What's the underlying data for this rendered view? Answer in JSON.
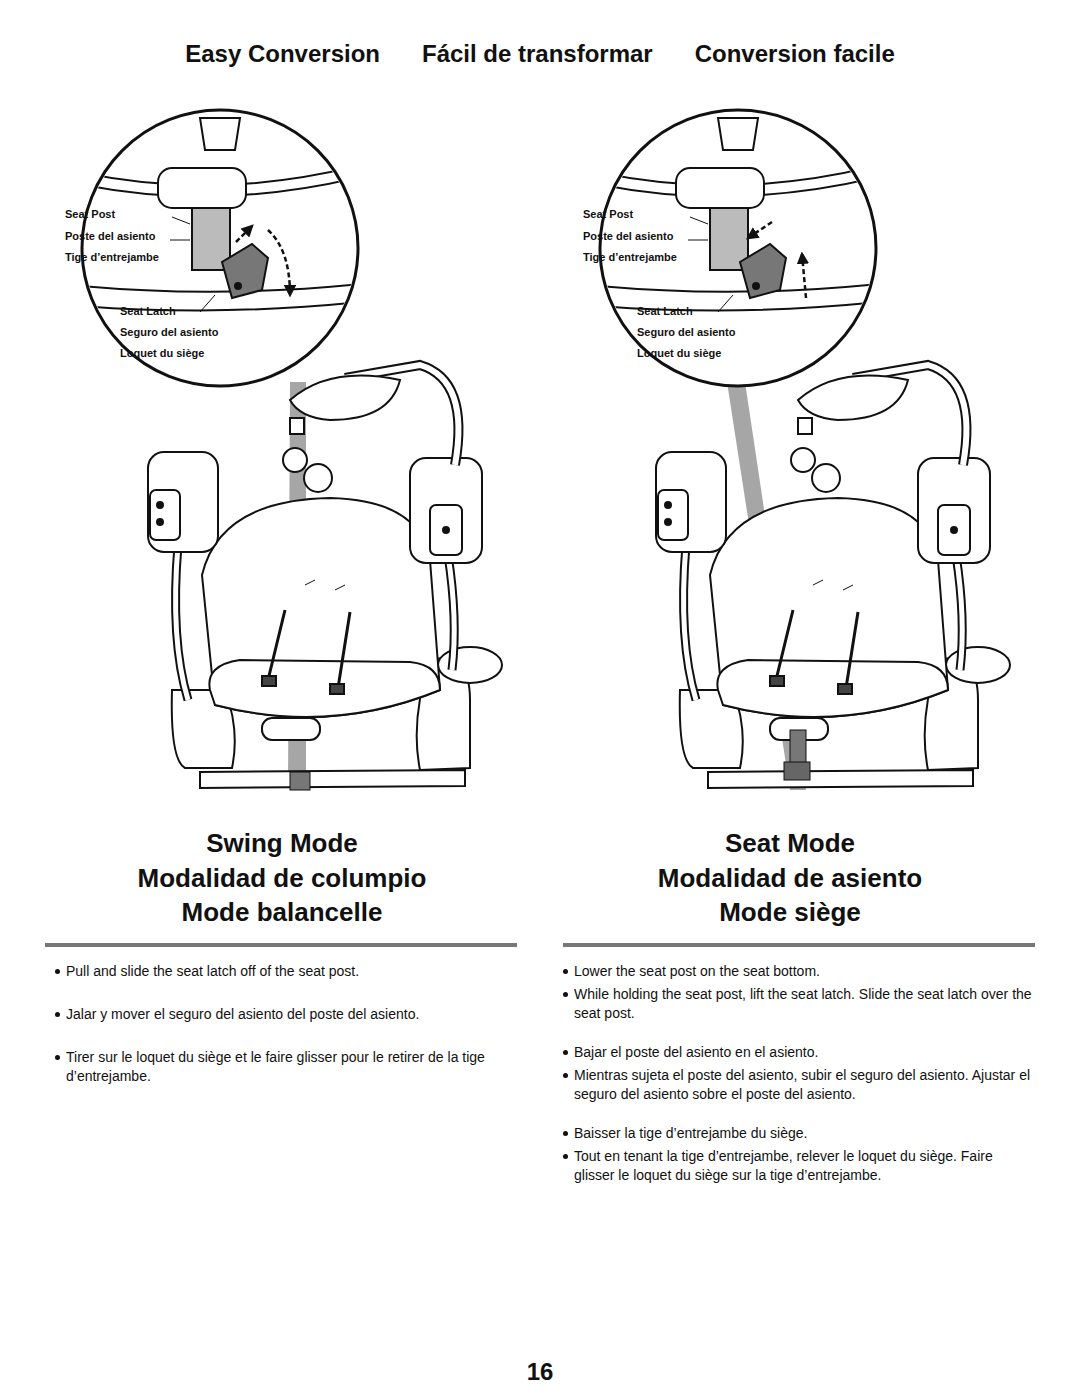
{
  "diagram": {
    "title": "Easy Conversion",
    "labels": [
      "Fácil de transformar",
      "Conversion facile",
      "Seat Post",
      "Poste del asiento",
      "Tige d’entrejambe",
      "Seat Latch",
      "Seguro del asiento",
      "Loquet du siège",
      "Seat Post",
      "Poste del asiento",
      "Tige d’entrejambe",
      "Seat Latch",
      "Seguro del asiento",
      "Loquet du siège",
      "Swing Mode",
      "Modalidad de columpio",
      "Mode balancelle",
      "Seat Mode",
      "Modalidad de asiento",
      "Mode siège",
      "Pull and slide the seat latch off of the seat post.",
      "Jalar y mover el seguro del asiento del poste del asiento.",
      "Tirer sur le loquet du siège et le faire glisser pour le retirer de la tige d’entrejambe.",
      "Lower the seat post on the seat bottom.",
      "While holding the seat post, lift the seat latch. Slide the seat latch over the seat post.",
      "Bajar el poste del asiento en el asiento.",
      "Mientras sujeta el poste del asiento, subir el seguro del asiento. Ajustar el seguro del asiento sobre el poste del asiento.",
      "Baisser la tige d’entrejambe du siège.",
      "Tout en tenant la tige d’entrejambe, relever le loquet du siège. Faire glisser le loquet du siège sur la tige d’entrejambe.",
      "16"
    ]
  }
}
